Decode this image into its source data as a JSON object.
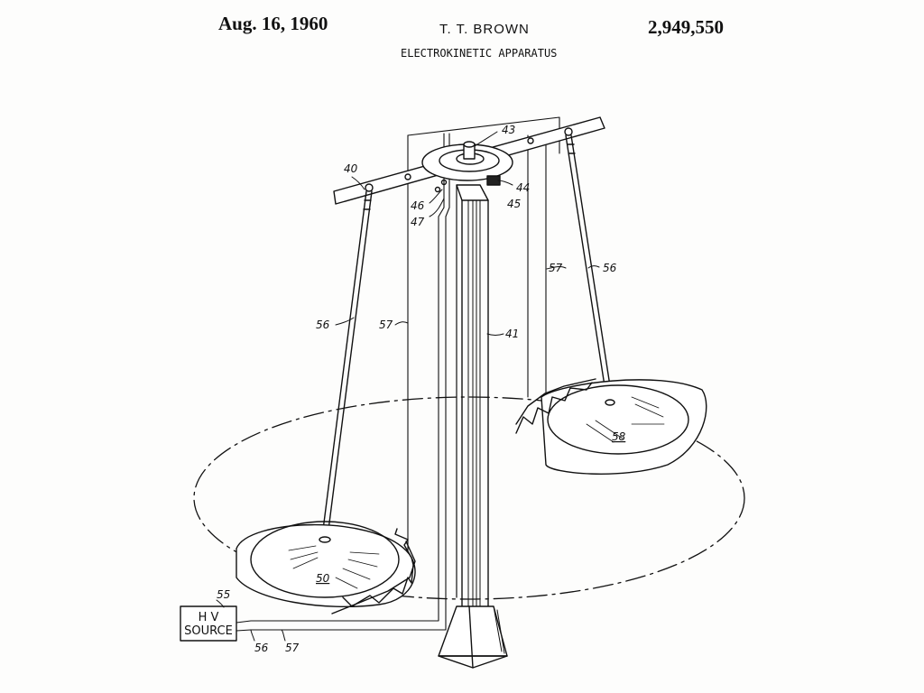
{
  "header": {
    "date": "Aug. 16, 1960",
    "inventor": "T. T. BROWN",
    "patent_number": "2,949,550",
    "title": "ELECTROKINETIC APPARATUS"
  },
  "figure": {
    "ref_40": "40",
    "ref_41": "41",
    "ref_43": "43",
    "ref_44": "44",
    "ref_45": "45",
    "ref_46": "46",
    "ref_47": "47",
    "ref_50": "50",
    "ref_55": "55",
    "ref_56_left": "56",
    "ref_56_right": "56",
    "ref_56_bottom": "56",
    "ref_57_left": "57",
    "ref_57_right": "57",
    "ref_57_bottom": "57",
    "ref_58": "58",
    "hv_line1": "H V",
    "hv_line2": "SOURCE"
  }
}
